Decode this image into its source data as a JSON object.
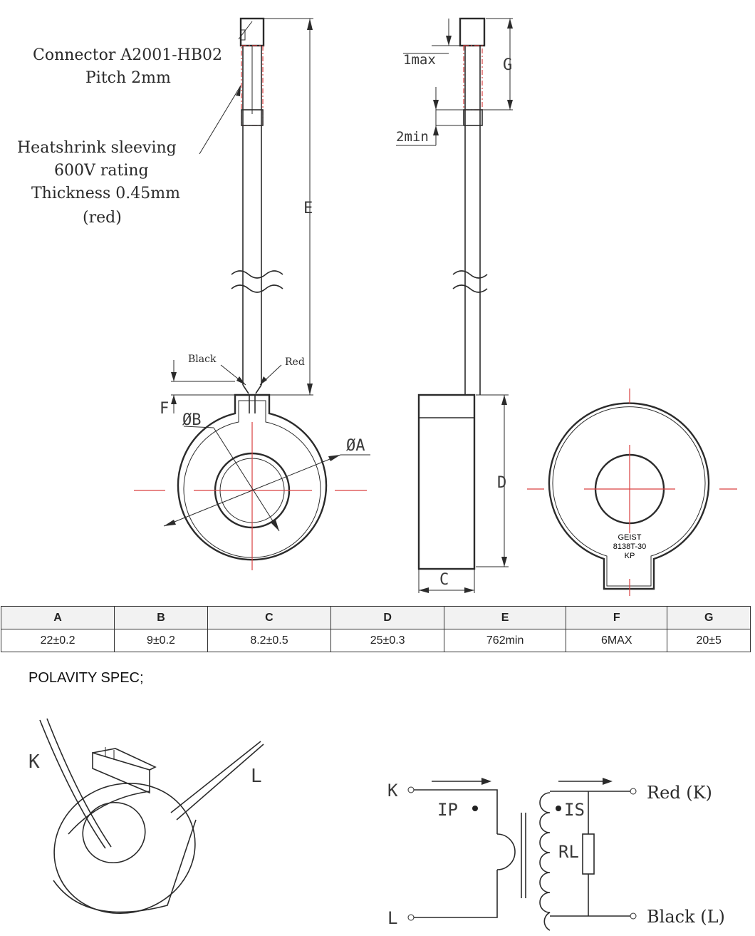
{
  "drawing": {
    "connector_label": "Connector A2001-HB02",
    "pitch_label": "Pitch 2mm",
    "heatshrink_label": "Heatshrink sleeving",
    "rating_label": "600V rating",
    "thickness_label": "Thickness 0.45mm",
    "color_label": "(red)",
    "black_wire": "Black",
    "red_wire": "Red",
    "dim_e": "E",
    "dim_f": "F",
    "dim_phib": "ØB",
    "dim_phia": "ØA",
    "dim_1max": "1max",
    "dim_2min": "2min",
    "dim_g": "G",
    "dim_d": "D",
    "dim_c": "C",
    "marking_line1": "GEIST",
    "marking_line2": "8138T-30",
    "marking_line3": "KP"
  },
  "spec_table": {
    "headers": [
      "A",
      "B",
      "C",
      "D",
      "E",
      "F",
      "G"
    ],
    "values": [
      "22±0.2",
      "9±0.2",
      "8.2±0.5",
      "25±0.3",
      "762min",
      "6MAX",
      "20±5"
    ]
  },
  "polarity": {
    "title": "POLAVITY SPEC;",
    "k_label": "K",
    "l_label": "L",
    "sch_k": "K",
    "sch_l": "L",
    "ip": "IP",
    "is": "IS",
    "rl": "RL",
    "red_k": "Red (K)",
    "black_l": "Black (L)"
  },
  "colors": {
    "centerline": "#d94040",
    "line": "#2b2b2b"
  }
}
